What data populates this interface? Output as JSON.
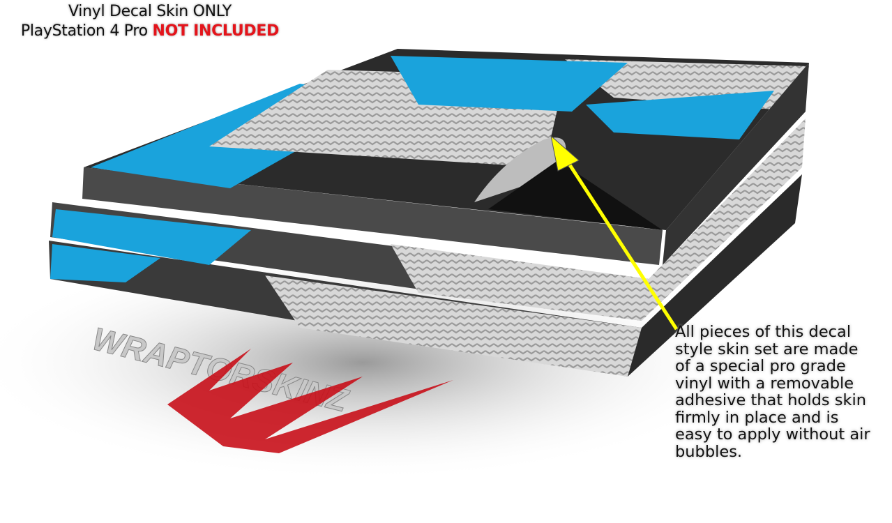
{
  "header": {
    "line1": "Vinyl Decal Skin ONLY",
    "line2_prefix": "PlayStation 4 Pro",
    "line2_warning": "NOT INCLUDED"
  },
  "description": "All pieces of this decal\nstyle  skin set are made\nof a special pro grade\nvinyl with a removable\nadhesive that holds skin\nfirmly in place and is\neasy to apply without air\nbubbles.",
  "logo_text": "WRAPTORSKINZ",
  "colors": {
    "accent_blue": "#1aa3dc",
    "warning_red": "#e4141b",
    "arrow_yellow": "#ffff00",
    "logo_red": "#c8101a"
  }
}
